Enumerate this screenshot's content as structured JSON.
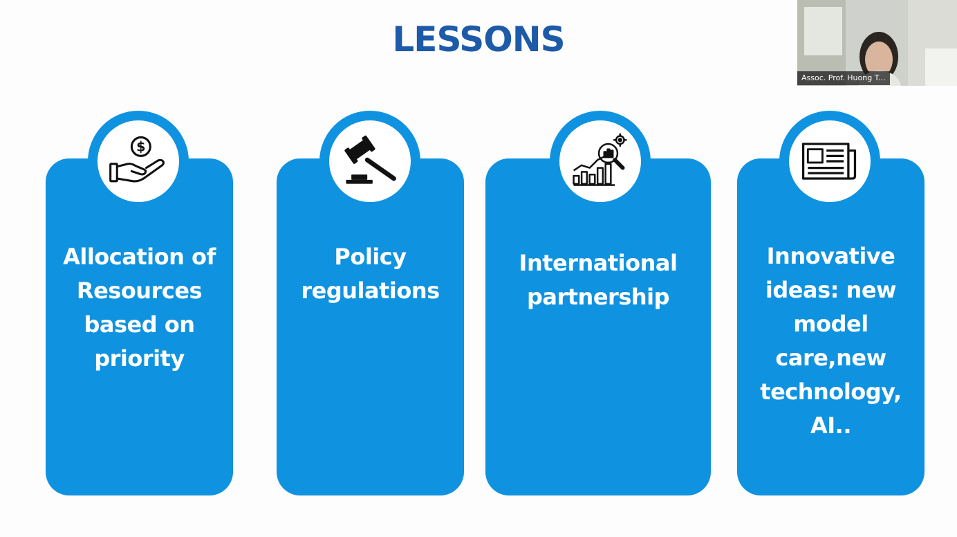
{
  "slide": {
    "title": "LESSONS"
  },
  "cards": [
    {
      "icon": "money-hand-icon",
      "lines": [
        "Allocation of",
        "Resources",
        "based on",
        "priority"
      ]
    },
    {
      "icon": "gavel-icon",
      "lines": [
        "Policy",
        "regulations"
      ]
    },
    {
      "icon": "analytics-chart-icon",
      "lines": [
        "International",
        "partnership"
      ]
    },
    {
      "icon": "newspaper-icon",
      "lines": [
        "Innovative",
        "ideas: new",
        "model",
        "care,new",
        "technology,",
        "AI.."
      ]
    }
  ],
  "video": {
    "participant_name": "Assoc. Prof. Huong T..."
  },
  "colors": {
    "title": "#1d5aa8",
    "card": "#0f92e0",
    "card_text": "#ffffff"
  }
}
